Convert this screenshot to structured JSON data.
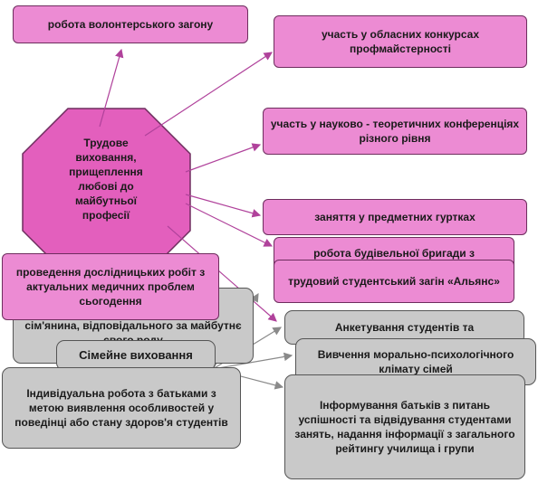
{
  "center": {
    "label": "Трудове виховання, прищеплення любові до майбутньої професії"
  },
  "family": {
    "label": "Сімейне виховання"
  },
  "pink_boxes": {
    "volunteer": "робота волонтерського загону",
    "contests": "участь у обласних конкурсах профмайстерності",
    "conferences": "участь у науково - теоретичних конференціях різного рівня",
    "circles": "заняття у предметних гуртках",
    "brigade": "робота будівельної бригади з",
    "labor_team": "трудовий студентський загін «Альянс»",
    "research": "проведення дослідницьких робіт з актуальних медичних проблем сьогодення"
  },
  "grey_boxes": {
    "citizen": "сім'янина, відповідального за майбутнє свого роду",
    "questionnaire": "Анкетування студентів та",
    "moral": "Вивчення морально-психологічного клімату сімей",
    "individual": "Індивідуальна робота з батьками з метою виявлення особливостей у поведінці або стану здоров'я студентів",
    "inform": "Інформування батьків з питань успішності та відвідування студентами занять, надання інформації з загального рейтингу училища і групи"
  },
  "colors": {
    "pink_fill": "#ec8bd3",
    "octagon_fill": "#e35fbd",
    "grey_fill": "#c9c9c9",
    "arrow_pink": "#b0429b",
    "arrow_grey": "#8a8a8a"
  }
}
